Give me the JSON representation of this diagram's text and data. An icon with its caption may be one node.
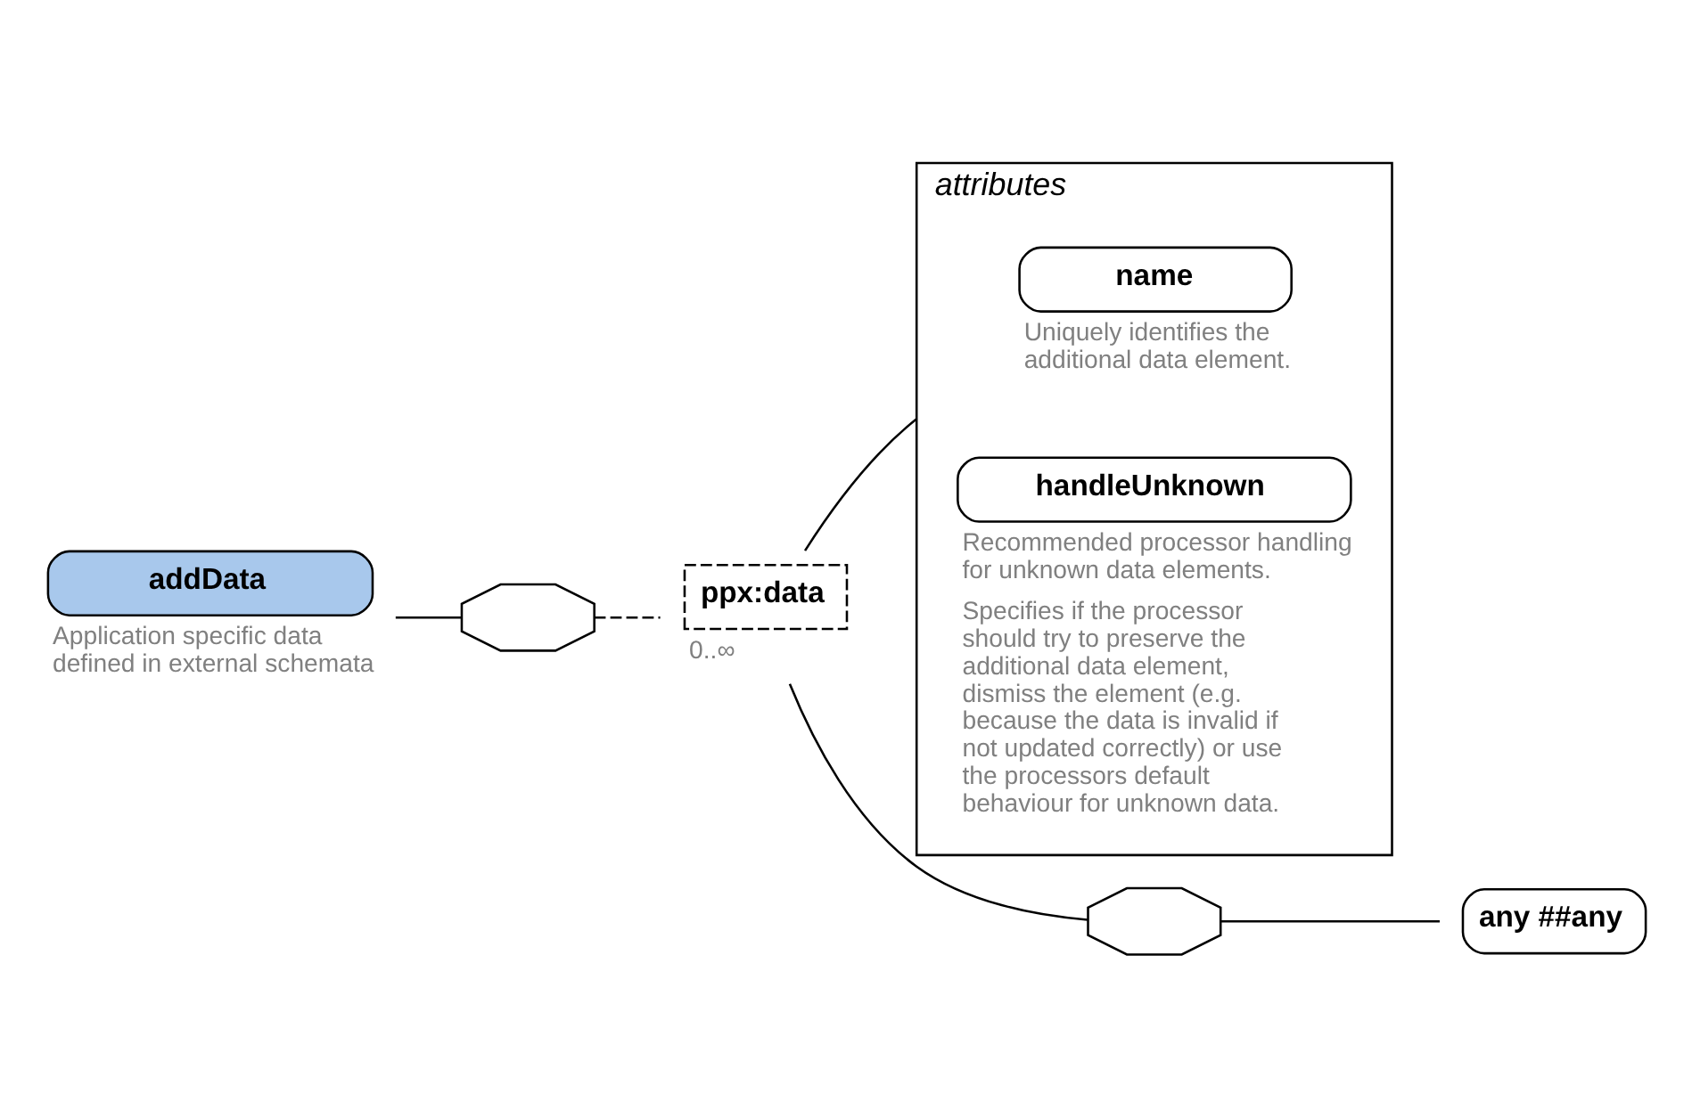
{
  "diagram": {
    "nodes": [
      {
        "text": [
          "addData"
        ],
        "beside": [
          "Application specific data defined in external schemata"
        ]
      },
      {
        "text": [],
        "shape": "octagon"
      },
      {
        "text": [
          "ppx:data"
        ],
        "beside": [
          "0..∞"
        ]
      },
      {
        "text": [
          "attributes"
        ]
      },
      {
        "text": [
          "name"
        ],
        "in": 3,
        "beside": [
          "Uniquely identifies the additional data element."
        ]
      },
      {
        "text": [
          "handleUnknown"
        ],
        "in": 3,
        "beside": [
          "Recommended processor handling for unknown data elements.",
          "Specifies if the processor should try to preserve the additional data element, dismiss the element (e.g. because the data is invalid if not updated correctly) or use the processors default behaviour for unknown data."
        ]
      },
      {
        "text": [],
        "shape": "octagon"
      },
      {
        "text": [
          "any ##any"
        ]
      }
    ],
    "edges": [
      {
        "from": 0,
        "to": 1,
        "arrow": "none"
      },
      {
        "from": 1,
        "to": 2,
        "arrow": "none",
        "style": "dashed"
      },
      {
        "from": 2,
        "to": 3,
        "arrow": "none"
      },
      {
        "from": 2,
        "to": 6,
        "arrow": "none"
      },
      {
        "from": 6,
        "to": 7,
        "arrow": "none"
      }
    ]
  }
}
